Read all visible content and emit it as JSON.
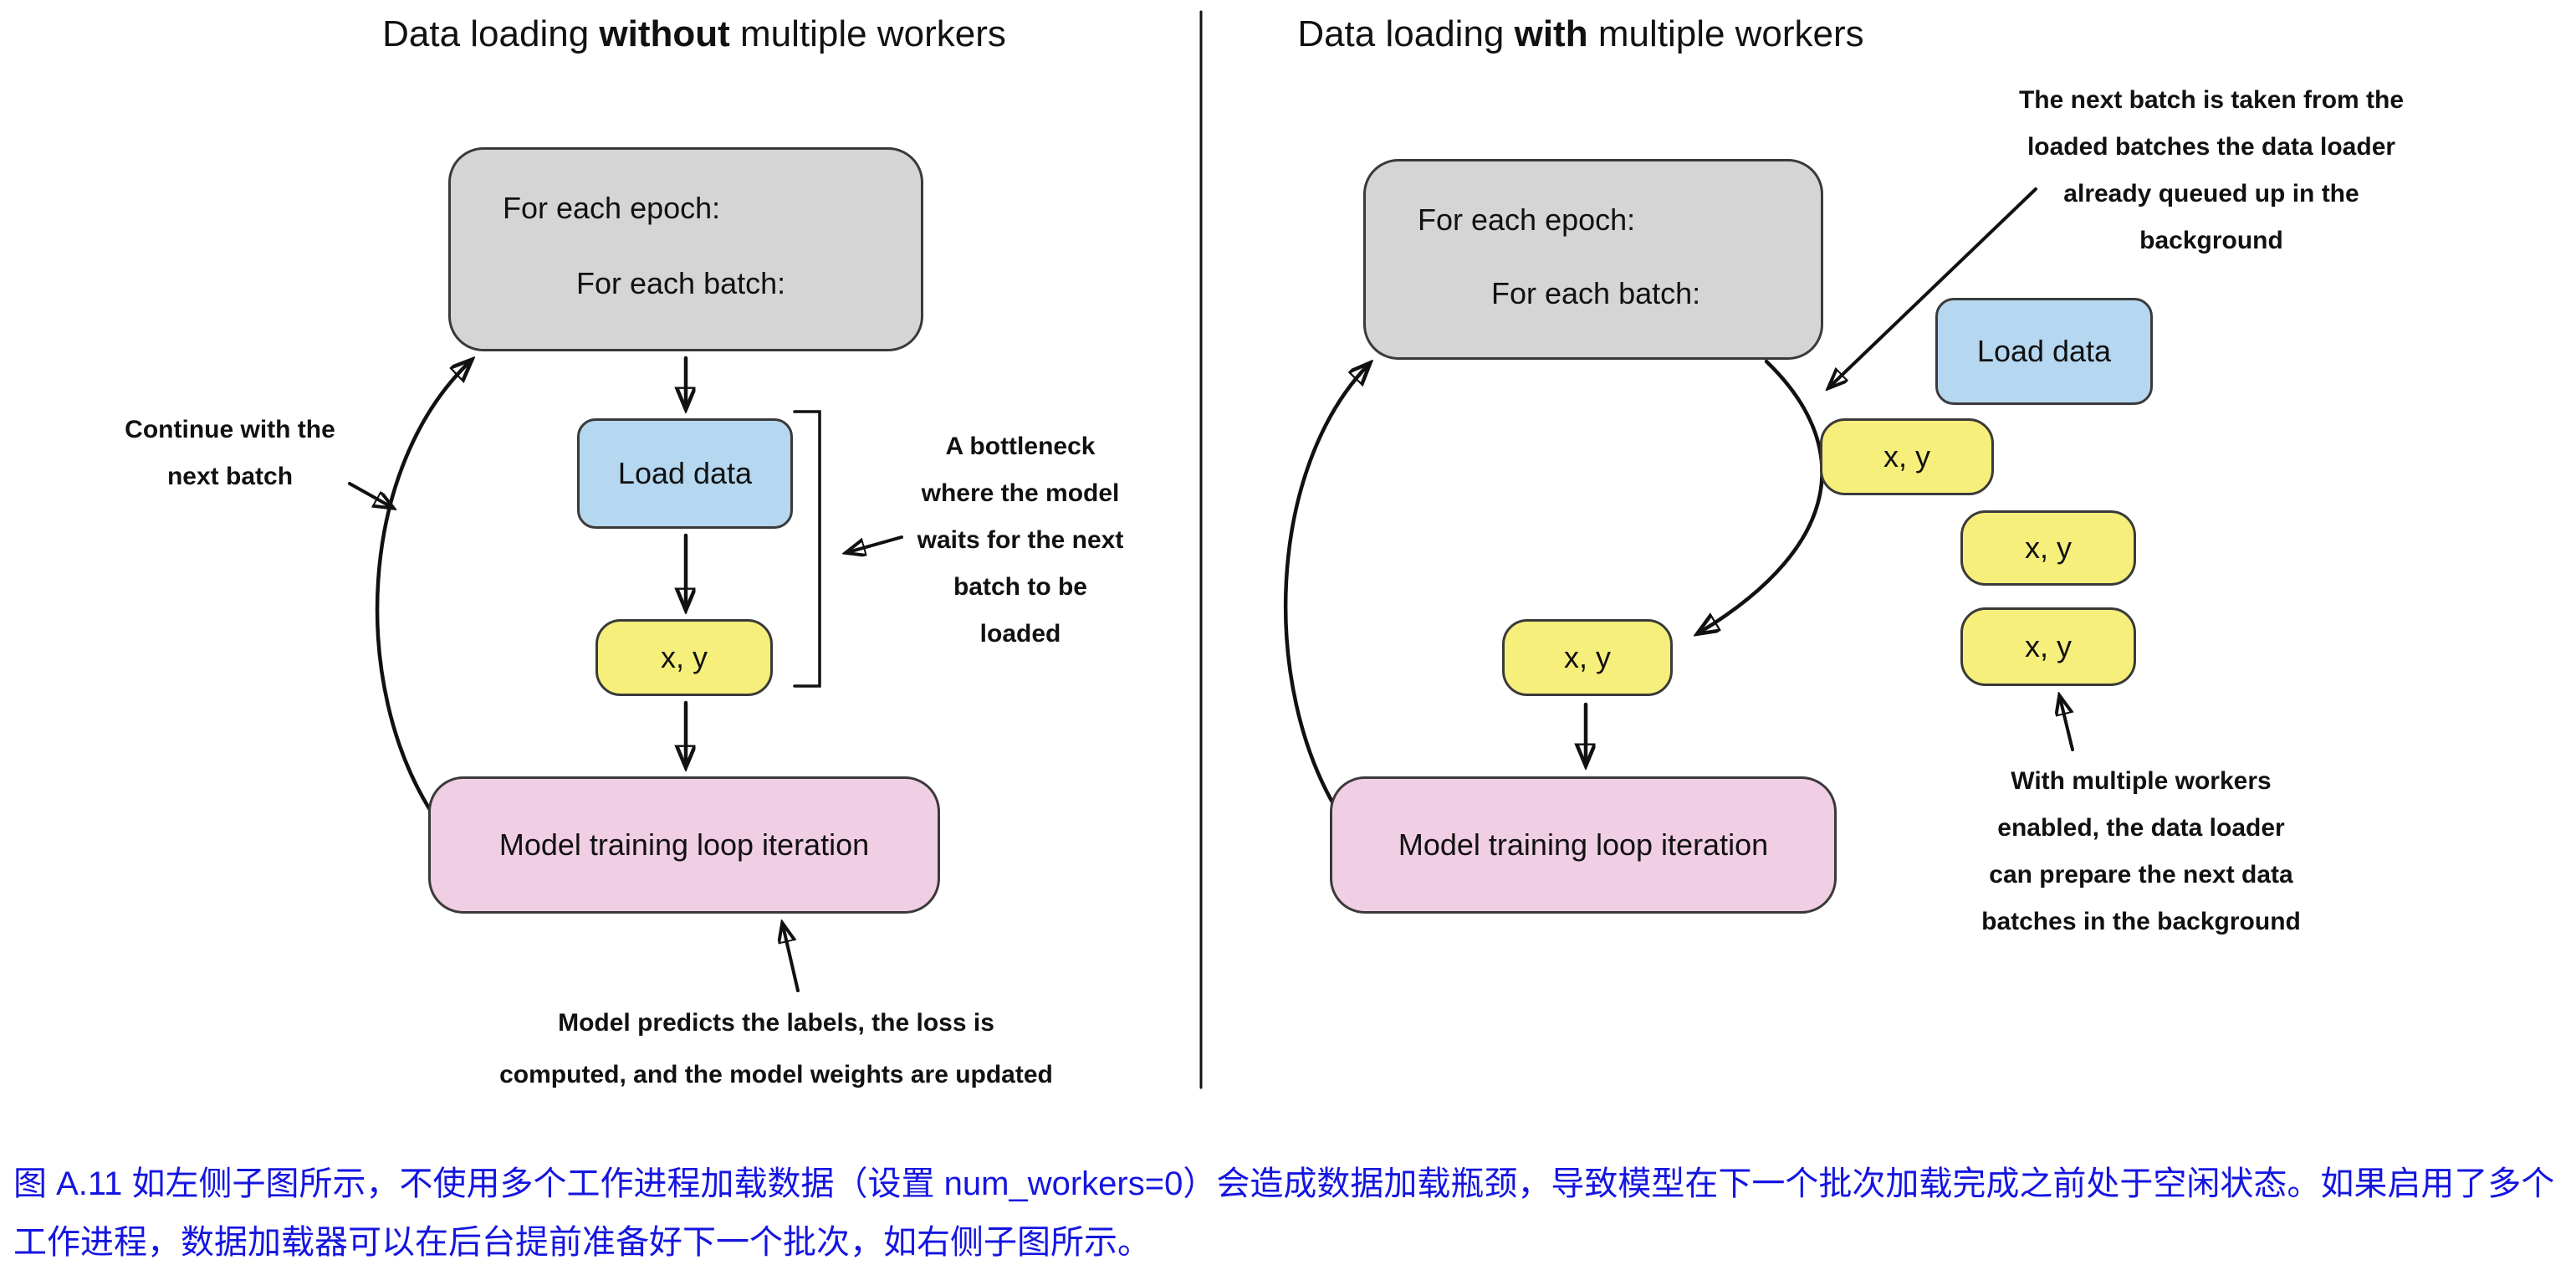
{
  "colors": {
    "box_gray": "#d5d5d5",
    "box_blue": "#b5d7f0",
    "box_yellow": "#f6ef7b",
    "box_pink": "#f0cee3",
    "box_border": "#3a3a3a",
    "arrow": "#111111",
    "caption_blue": "#1515e0"
  },
  "left": {
    "title": {
      "pre": "Data loading ",
      "bold": "without",
      "post": " multiple workers"
    },
    "loop_box": {
      "line1": "For each epoch:",
      "line2": "For each batch:"
    },
    "load_box": "Load data",
    "batch_box": "x, y",
    "train_box": "Model training loop iteration",
    "continue_note": "Continue with the\nnext batch",
    "bottleneck_note": "A bottleneck\nwhere the model\nwaits for the next\nbatch to be\nloaded",
    "train_note": "Model predicts the labels, the loss is\ncomputed, and the model weights are updated"
  },
  "right": {
    "title": {
      "pre": "Data loading ",
      "bold": "with",
      "post": " multiple workers"
    },
    "loop_box": {
      "line1": "For each epoch:",
      "line2": "For each batch:"
    },
    "load_box": "Load data",
    "batch_box1": "x, y",
    "batch_box2": "x, y",
    "batch_box3": "x, y",
    "batch_box_next": "x, y",
    "train_box": "Model training loop iteration",
    "queued_note": "The next batch is taken from the\nloaded batches the data loader\nalready queued up in the\nbackground",
    "workers_note": "With multiple workers\nenabled, the data loader\ncan prepare the next data\nbatches in the background"
  },
  "caption": "图 A.11 如左侧子图所示，不使用多个工作进程加载数据（设置 num_workers=0）会造成数据加载瓶颈，导致模型在下一个批次加载完成之前处于空闲状态。如果启用了多个\n工作进程，数据加载器可以在后台提前准备好下一个批次，如右侧子图所示。"
}
